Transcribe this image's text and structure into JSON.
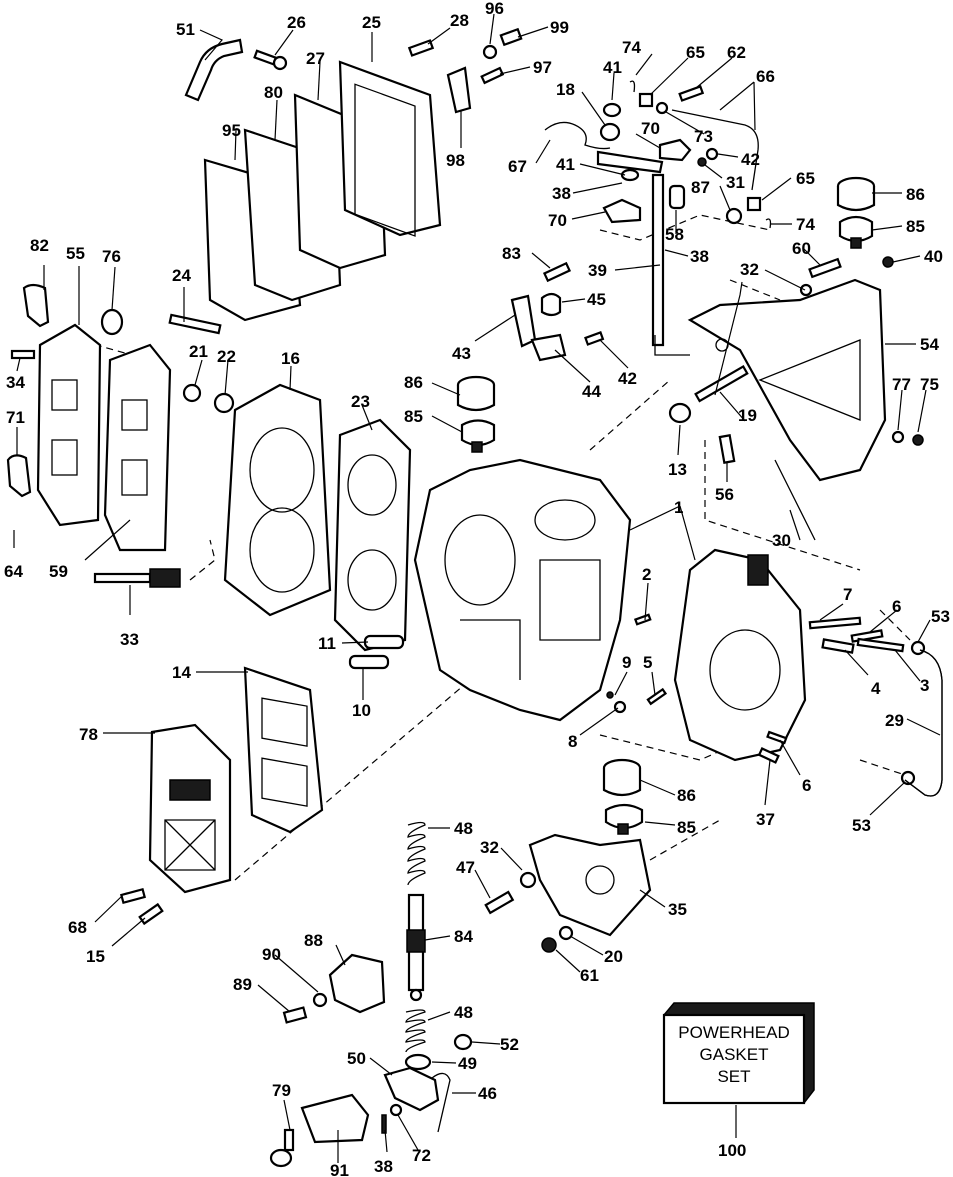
{
  "callouts": {
    "c1": "1",
    "c2": "2",
    "c3": "3",
    "c4": "4",
    "c5": "5",
    "c6a": "6",
    "c6b": "6",
    "c7": "7",
    "c8": "8",
    "c9": "9",
    "c10": "10",
    "c11": "11",
    "c13": "13",
    "c14": "14",
    "c15": "15",
    "c16": "16",
    "c18": "18",
    "c19": "19",
    "c20": "20",
    "c21": "21",
    "c22": "22",
    "c23": "23",
    "c24": "24",
    "c25": "25",
    "c26": "26",
    "c27": "27",
    "c28": "28",
    "c29": "29",
    "c30": "30",
    "c31": "31",
    "c32a": "32",
    "c32b": "32",
    "c33": "33",
    "c34": "34",
    "c35": "35",
    "c37": "37",
    "c38a": "38",
    "c38b": "38",
    "c38c": "38",
    "c39": "39",
    "c40": "40",
    "c41a": "41",
    "c41b": "41",
    "c42a": "42",
    "c42b": "42",
    "c43": "43",
    "c44": "44",
    "c45": "45",
    "c46": "46",
    "c47": "47",
    "c48a": "48",
    "c48b": "48",
    "c49": "49",
    "c50": "50",
    "c51": "51",
    "c52": "52",
    "c53a": "53",
    "c53b": "53",
    "c54": "54",
    "c55": "55",
    "c56": "56",
    "c58": "58",
    "c59": "59",
    "c60": "60",
    "c61": "61",
    "c62": "62",
    "c64": "64",
    "c65a": "65",
    "c65b": "65",
    "c66": "66",
    "c67": "67",
    "c68": "68",
    "c70a": "70",
    "c70b": "70",
    "c71": "71",
    "c72": "72",
    "c73": "73",
    "c74a": "74",
    "c74b": "74",
    "c75": "75",
    "c76": "76",
    "c77": "77",
    "c78": "78",
    "c79": "79",
    "c80": "80",
    "c82": "82",
    "c83": "83",
    "c84": "84",
    "c85a": "85",
    "c85b": "85",
    "c85c": "85",
    "c86a": "86",
    "c86b": "86",
    "c86c": "86",
    "c87": "87",
    "c88": "88",
    "c89": "89",
    "c90": "90",
    "c91": "91",
    "c95": "95",
    "c96": "96",
    "c97": "97",
    "c98": "98",
    "c99": "99",
    "c100": "100"
  },
  "gasket_set_box": {
    "line1": "POWERHEAD",
    "line2": "GASKET",
    "line3": "SET"
  }
}
